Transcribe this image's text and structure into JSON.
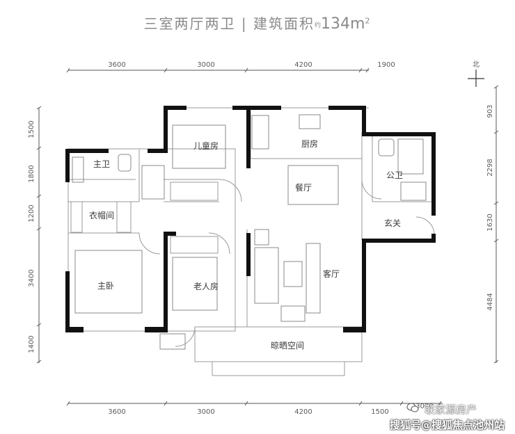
{
  "title": {
    "layout": "三室两厅两卫",
    "separator": "|",
    "area_label": "建筑面积",
    "approx": "约",
    "area_value": "134m",
    "area_sup": "2"
  },
  "compass": "北",
  "rooms": {
    "kids_room": "儿童房",
    "kitchen": "厨房",
    "master_bath": "主卫",
    "dining": "餐厅",
    "public_bath": "公卫",
    "closet": "衣帽间",
    "foyer": "玄关",
    "master_bedroom": "主卧",
    "elder_room": "老人房",
    "living_room": "客厅",
    "drying_space": "晾晒空间"
  },
  "dimensions": {
    "top": [
      "3600",
      "3000",
      "4200",
      "1900"
    ],
    "bottom": [
      "3600",
      "3000",
      "4200",
      "1500",
      "3000"
    ],
    "left": [
      "1500",
      "1800",
      "1200",
      "3400",
      "1400"
    ],
    "right": [
      "903",
      "2298",
      "1630",
      "4484"
    ]
  },
  "watermark": {
    "account": "联家源房产",
    "source": "搜狐号@搜狐焦点池州站"
  },
  "colors": {
    "wall": "#111111",
    "line": "#8a8a8a",
    "text": "#3a3a3a",
    "title": "#8a8a8a"
  }
}
